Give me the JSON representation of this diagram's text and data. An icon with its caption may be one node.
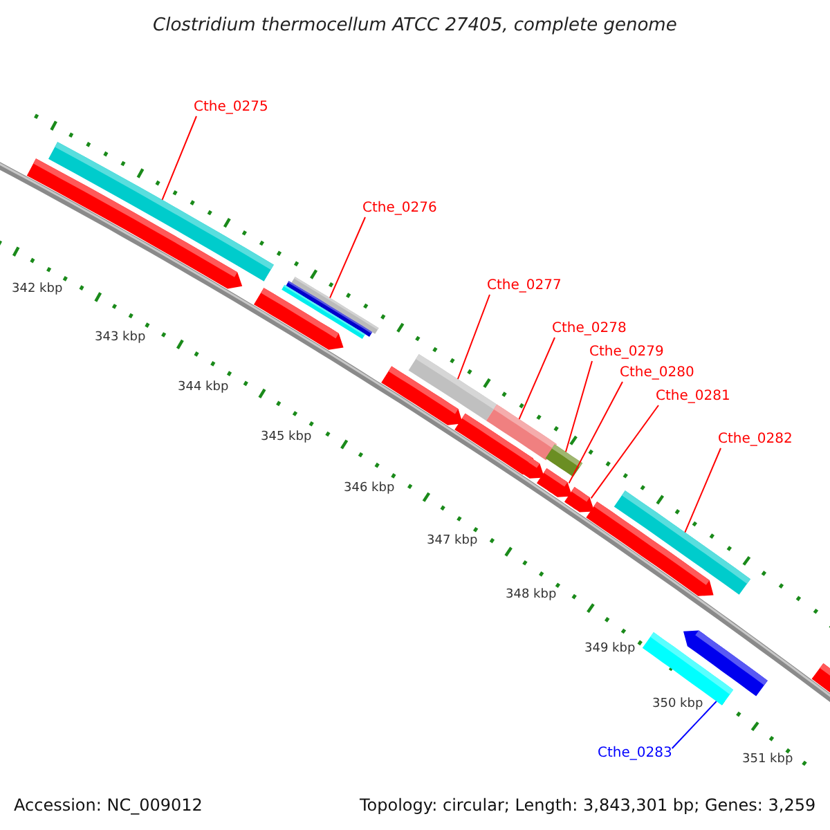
{
  "diagram": {
    "title": "Clostridium thermocellum ATCC 27405, complete genome",
    "nodes": [
      {
        "text": [
          "Cthe_0275"
        ]
      },
      {
        "text": [
          "Cthe_0276"
        ]
      },
      {
        "text": [
          "Cthe_0277"
        ]
      },
      {
        "text": [
          "Cthe_0278"
        ]
      },
      {
        "text": [
          "Cthe_0279"
        ]
      },
      {
        "text": [
          "Cthe_0280"
        ]
      },
      {
        "text": [
          "Cthe_0281"
        ]
      },
      {
        "text": [
          "Cthe_0282"
        ]
      },
      {
        "text": [
          "Cthe_0283"
        ]
      },
      {
        "text": [],
        "shape": "bar"
      },
      {
        "text": [],
        "shape": "bar"
      },
      {
        "text": [],
        "shape": "bar"
      },
      {
        "text": [],
        "shape": "bar"
      },
      {
        "text": [],
        "shape": "bar"
      },
      {
        "text": [],
        "shape": "pentagon"
      },
      {
        "text": [],
        "shape": "pentagon"
      },
      {
        "text": [],
        "shape": "bar"
      },
      {
        "text": [],
        "shape": "bar"
      }
    ],
    "edges": [
      {
        "from": 0,
        "to": 9,
        "arrow": "none"
      },
      {
        "from": 1,
        "to": 10,
        "arrow": "none"
      },
      {
        "from": 2,
        "to": 11,
        "arrow": "none"
      },
      {
        "from": 3,
        "to": 12,
        "arrow": "none"
      },
      {
        "from": 4,
        "to": 13,
        "arrow": "none"
      },
      {
        "from": 5,
        "to": 14,
        "arrow": "none"
      },
      {
        "from": 6,
        "to": 15,
        "arrow": "none"
      },
      {
        "from": 7,
        "to": 16,
        "arrow": "none"
      },
      {
        "from": 8,
        "to": 17,
        "arrow": "none",
        "color": "#0000ff"
      }
    ],
    "labels": [
      "342 kbp",
      "343 kbp",
      "344 kbp",
      "345 kbp",
      "346 kbp",
      "347 kbp",
      "348 kbp",
      "349 kbp",
      "350 kbp",
      "351 kbp",
      "Accession: NC_009012",
      "Topology: circular; Length: 3,843,301 bp; Genes: 3,259"
    ]
  }
}
